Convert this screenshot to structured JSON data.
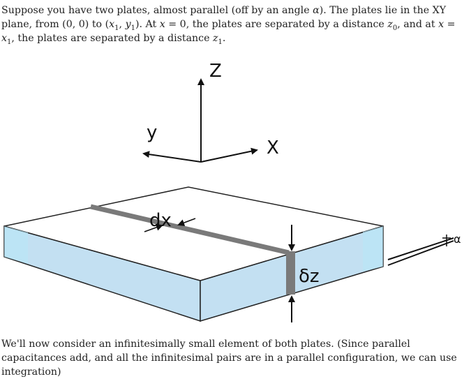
{
  "text": {
    "p1_a": "Suppose you have two plates, almost parallel (off by an angle ",
    "alpha": "α",
    "p1_b": "). The plates lie in the XY plane, from ",
    "origin": "(0, 0)",
    "p1_c": " to ",
    "point_open": "(",
    "x": "x",
    "sub1": "1",
    "comma": ", ",
    "y": "y",
    "point_close": ")",
    "p1_d": ". At ",
    "eq_zero": " = 0",
    "p1_e": ", the plates are separated by a distance ",
    "z": "z",
    "sub0": "0",
    "p1_f": ", and at ",
    "eq": " = ",
    "p1_g": ", the plates are separated by a distance ",
    "p1_h": ".",
    "p2": "We'll now consider an infinitesimally small element of both plates. (Since parallel capacitances add, and all the infinitesimal pairs are in a parallel configuration, we can use integration)"
  },
  "figure": {
    "axis_z": "Z",
    "axis_y": "y",
    "axis_x": "X",
    "label_dx": "dx",
    "label_dz": "δz",
    "label_alpha": "α"
  },
  "colors": {
    "plate_fill": "#c3e0f2",
    "plate_side": "#b7e6f6",
    "strip": "#7a7a7a"
  }
}
